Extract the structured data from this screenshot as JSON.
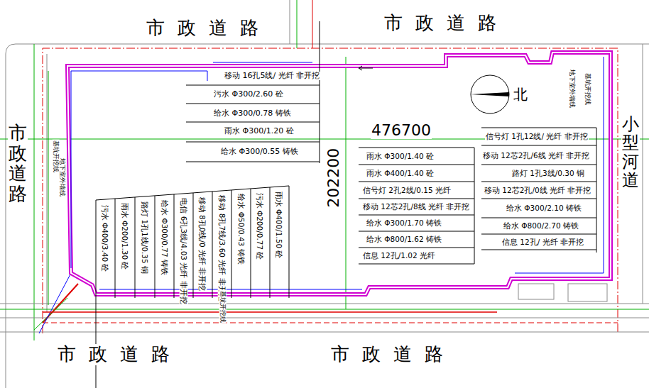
{
  "diagram": {
    "labels": [
      "市政道路",
      "市政道路",
      "市政道路",
      "市政道路",
      "市政道路",
      "小型河道",
      "北",
      "476700",
      "202200",
      "移动 16孔5线/ 光纤 非开挖",
      "污水 Φ300/2.60 砼",
      "给水 Φ300/0.78 铸铁",
      "雨水 Φ300/1.20 砼",
      "给水 Φ300/0.55 铸铁",
      "雨水 Φ300/1.40 砼",
      "雨水 Φ400/1.40 砼",
      "信号灯 2孔2线/0.15 光纤",
      "移动 12芯2孔/8线 光纤 非开挖",
      "给水 Φ300/1.70 铸铁",
      "给水 Φ800/1.62 铸铁",
      "信息 12孔/1.02 光纤",
      "信号灯 1孔12线/ 光纤 非开挖",
      "移动 12芯2孔/6线 光纤 非开挖",
      "路灯 1孔3线/0.30 铜",
      "移动 12芯2孔/0线 光纤 非开挖",
      "给水 Φ300/2.10 铸铁",
      "给水 Φ800/2.70 铸铁",
      "信息 12孔/ 光纤 非开挖",
      "污水 Φ400/3.40 砼",
      "雨水 Φ200/1.30 砼",
      "路灯 1孔1线/0.35 铜",
      "给水 Φ300/0.77 铸铁",
      "电信 6孔3线/4.03 光纤 非开挖",
      "移动 8孔0线/0 光纤 非开挖",
      "移动 8孔7线/3.60 光纤 非开挖",
      "给水 Φ50/0.43 铸铁",
      "污水 Φ200/0.77 砼",
      "雨水 Φ400/1.50 砼",
      "基坑开挖线",
      "地下室外墙线",
      "地下室外墙线",
      "基坑开挖线",
      "基坑开挖线"
    ]
  }
}
